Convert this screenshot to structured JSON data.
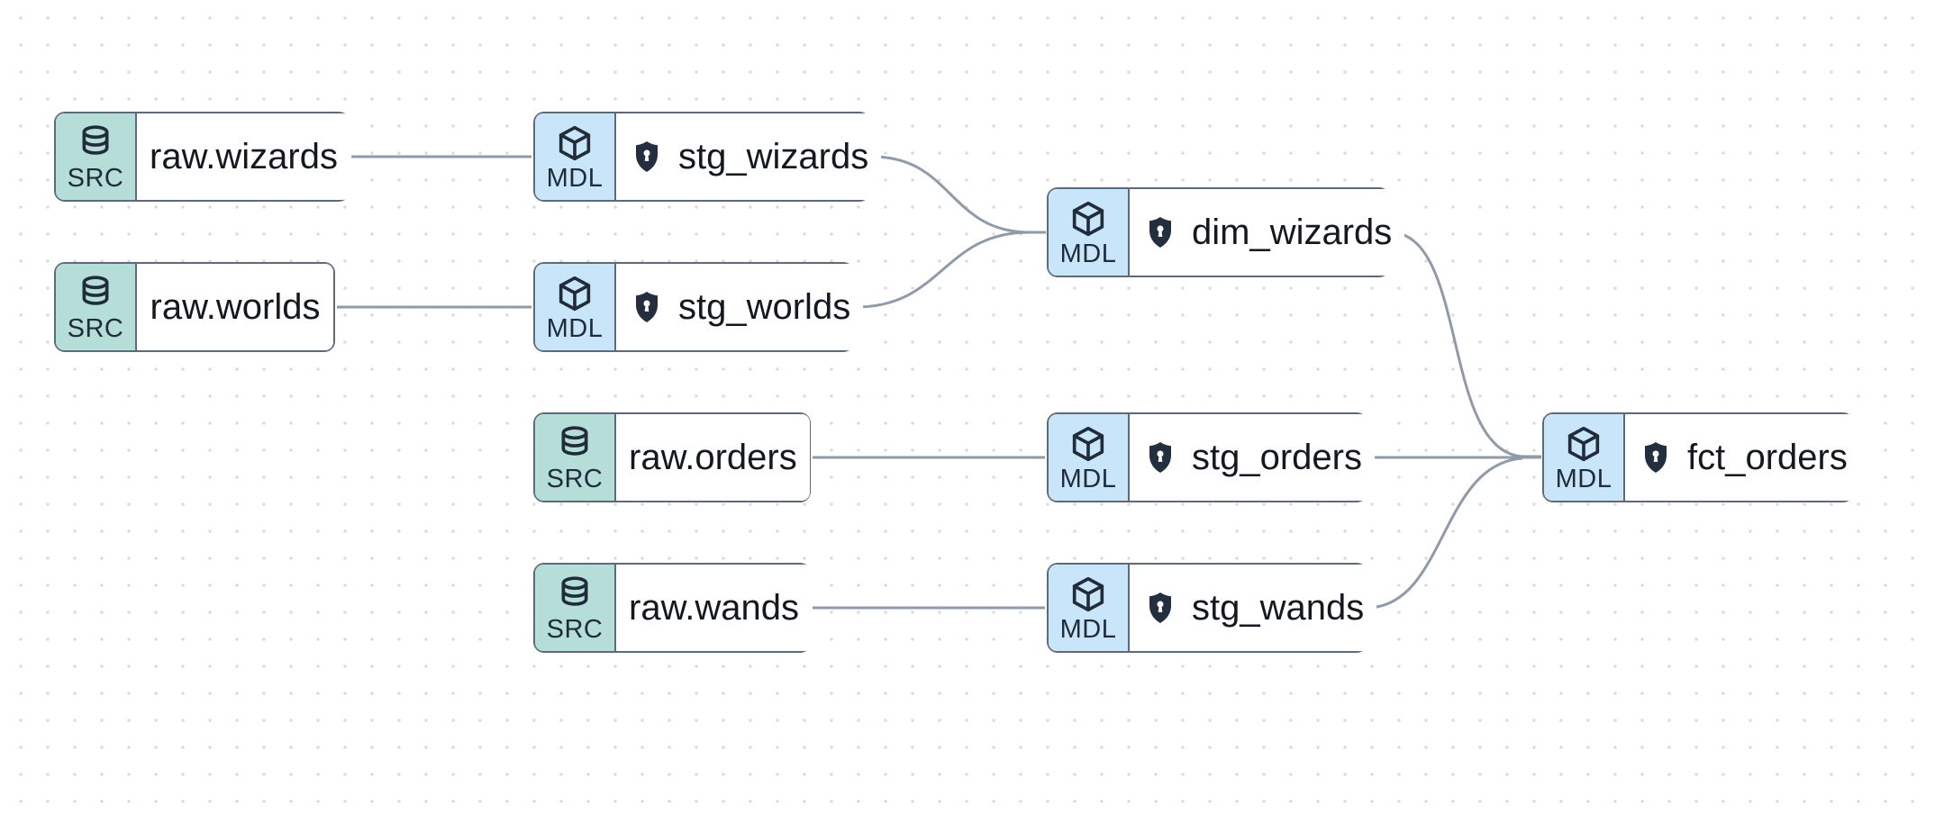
{
  "app": {
    "view": "data-lineage-graph"
  },
  "canvas": {
    "background": "#ffffff",
    "dot_color": "#d9d9d9",
    "edge_color": "#909aa8",
    "node_border_color": "#5e6a7a",
    "src_badge_color": "#b5ded8",
    "mdl_badge_color": "#c9e5f9",
    "icon_color": "#212c3b",
    "shield_color": "#232f3e",
    "label_color": "#14181f"
  },
  "badge_labels": {
    "source": "SRC",
    "model": "MDL"
  },
  "nodes": [
    {
      "id": "raw_wizards",
      "type": "source",
      "badge": "SRC",
      "label": "raw.wizards",
      "shield": false
    },
    {
      "id": "stg_wizards",
      "type": "model",
      "badge": "MDL",
      "label": "stg_wizards",
      "shield": true
    },
    {
      "id": "raw_worlds",
      "type": "source",
      "badge": "SRC",
      "label": "raw.worlds",
      "shield": false
    },
    {
      "id": "stg_worlds",
      "type": "model",
      "badge": "MDL",
      "label": "stg_worlds",
      "shield": true
    },
    {
      "id": "dim_wizards",
      "type": "model",
      "badge": "MDL",
      "label": "dim_wizards",
      "shield": true
    },
    {
      "id": "raw_orders",
      "type": "source",
      "badge": "SRC",
      "label": "raw.orders",
      "shield": false
    },
    {
      "id": "stg_orders",
      "type": "model",
      "badge": "MDL",
      "label": "stg_orders",
      "shield": true
    },
    {
      "id": "raw_wands",
      "type": "source",
      "badge": "SRC",
      "label": "raw.wands",
      "shield": false
    },
    {
      "id": "stg_wands",
      "type": "model",
      "badge": "MDL",
      "label": "stg_wands",
      "shield": true
    },
    {
      "id": "fct_orders",
      "type": "model",
      "badge": "MDL",
      "label": "fct_orders",
      "shield": true
    }
  ],
  "edges": [
    {
      "from": "raw.wizards",
      "to": "stg_wizards"
    },
    {
      "from": "raw.worlds",
      "to": "stg_worlds"
    },
    {
      "from": "stg_wizards",
      "to": "dim_wizards"
    },
    {
      "from": "stg_worlds",
      "to": "dim_wizards"
    },
    {
      "from": "raw.orders",
      "to": "stg_orders"
    },
    {
      "from": "raw.wands",
      "to": "stg_wands"
    },
    {
      "from": "dim_wizards",
      "to": "fct_orders"
    },
    {
      "from": "stg_orders",
      "to": "fct_orders"
    },
    {
      "from": "stg_wands",
      "to": "fct_orders"
    }
  ],
  "icons": [
    "database-icon",
    "cube-icon",
    "shield-lock-icon"
  ]
}
